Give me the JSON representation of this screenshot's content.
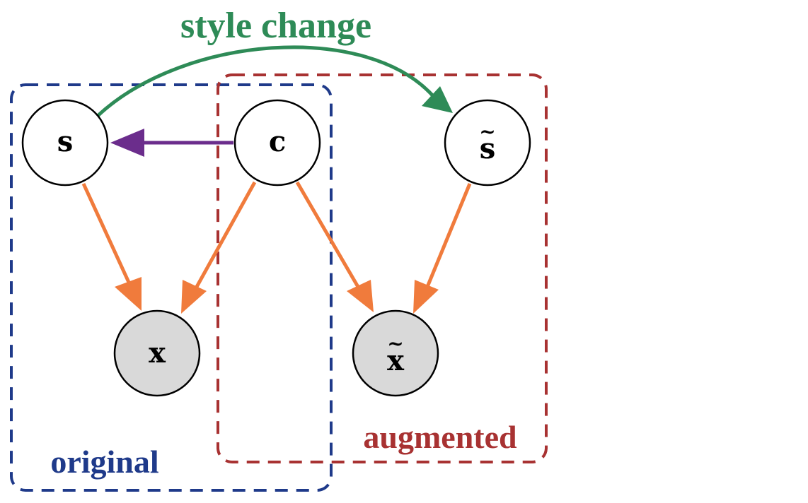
{
  "colors": {
    "original_box": "#1f3a8a",
    "augmented_box": "#a83232",
    "style_change_arrow": "#2e8b57",
    "purple_arrow": "#6b2d8c",
    "orange_arrow": "#f07b3c",
    "observed_fill": "#d9d9d9",
    "latent_fill": "#ffffff",
    "node_stroke": "#000000"
  },
  "labels": {
    "style_change": "style change",
    "original": "original",
    "augmented": "augmented"
  },
  "nodes": {
    "s": "s",
    "c": "c",
    "s_tilde": "s",
    "x": "x",
    "x_tilde": "x",
    "tilde": "~"
  }
}
